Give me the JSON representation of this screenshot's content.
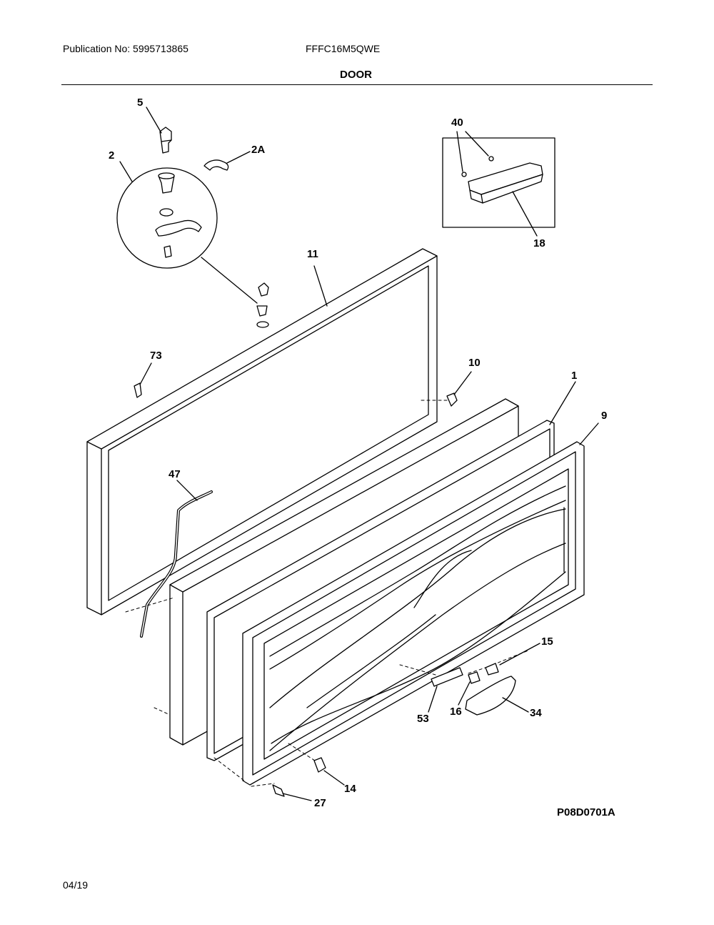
{
  "header": {
    "publication": "Publication No: 5995713865",
    "model": "FFFC16M5QWE",
    "section_title": "DOOR"
  },
  "callouts": {
    "c5": "5",
    "c2": "2",
    "c2A": "2A",
    "c40": "40",
    "c18": "18",
    "c11": "11",
    "c73": "73",
    "c10": "10",
    "c1": "1",
    "c9": "9",
    "c47": "47",
    "c15": "15",
    "c53": "53",
    "c16": "16",
    "c34": "34",
    "c14": "14",
    "c27": "27"
  },
  "diagram_code": "P08D0701A",
  "footer": {
    "date": "04/19"
  }
}
